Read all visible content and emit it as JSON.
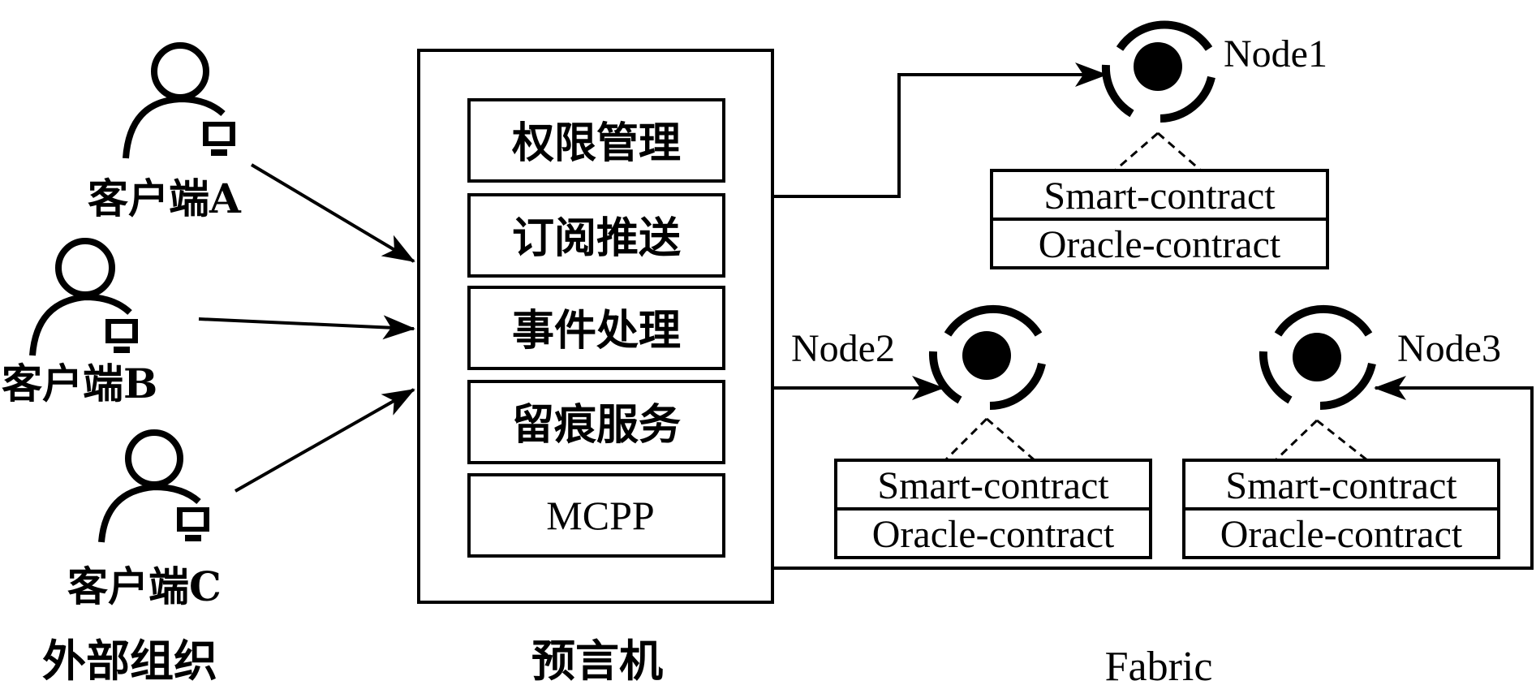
{
  "clients": [
    {
      "label": "客户端A"
    },
    {
      "label": "客户端B"
    },
    {
      "label": "客户端C"
    }
  ],
  "oracle_modules": [
    {
      "label": "权限管理"
    },
    {
      "label": "订阅推送"
    },
    {
      "label": "事件处理"
    },
    {
      "label": "留痕服务"
    },
    {
      "label": "MCPP"
    }
  ],
  "nodes": [
    {
      "label": "Node1",
      "contracts": [
        "Smart-contract",
        "Oracle-contract"
      ]
    },
    {
      "label": "Node2",
      "contracts": [
        "Smart-contract",
        "Oracle-contract"
      ]
    },
    {
      "label": "Node3",
      "contracts": [
        "Smart-contract",
        "Oracle-contract"
      ]
    }
  ],
  "sections": {
    "external": "外部组织",
    "oracle": "预言机",
    "fabric": "Fabric"
  }
}
